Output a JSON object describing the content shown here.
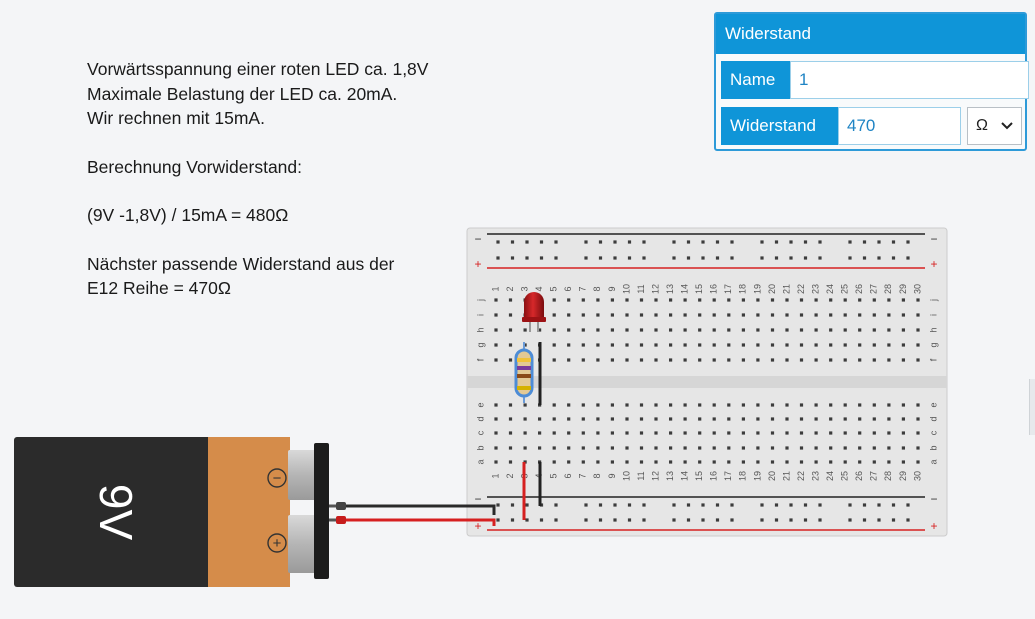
{
  "notes": {
    "line1": "Vorwärtsspannung einer roten LED ca. 1,8V",
    "line2": "Maximale Belastung der LED ca. 20mA.",
    "line3": "Wir rechnen mit 15mA.",
    "line4": "Berechnung Vorwiderstand:",
    "line5": "(9V -1,8V) / 15mA = 480Ω",
    "line6": "Nächster passende Widerstand aus der",
    "line7": "E12 Reihe = 470Ω"
  },
  "inspector": {
    "title": "Widerstand",
    "name_label": "Name",
    "name_value": "1",
    "resistance_label": "Widerstand",
    "resistance_value": "470",
    "unit": "Ω",
    "unit_icon": "chevron-down-icon"
  },
  "battery": {
    "label": "9V",
    "minus": "−",
    "plus": "+"
  },
  "breadboard": {
    "rail_minus": "−",
    "rail_plus": "+",
    "rows_top": [
      "j",
      "i",
      "h",
      "g",
      "f"
    ],
    "rows_bottom": [
      "e",
      "d",
      "c",
      "b",
      "a"
    ],
    "columns": [
      "1",
      "2",
      "3",
      "4",
      "5",
      "6",
      "7",
      "8",
      "9",
      "10",
      "11",
      "12",
      "13",
      "14",
      "15",
      "16",
      "17",
      "18",
      "19",
      "20",
      "21",
      "22",
      "23",
      "24",
      "25",
      "26",
      "27",
      "28",
      "29",
      "30"
    ]
  },
  "colors": {
    "accent": "#0f95d8",
    "wire_red": "#d62020",
    "wire_black": "#222222",
    "led": "#c0191b",
    "battery_body": "#2b2b2b",
    "battery_label": "#d58c4a"
  }
}
